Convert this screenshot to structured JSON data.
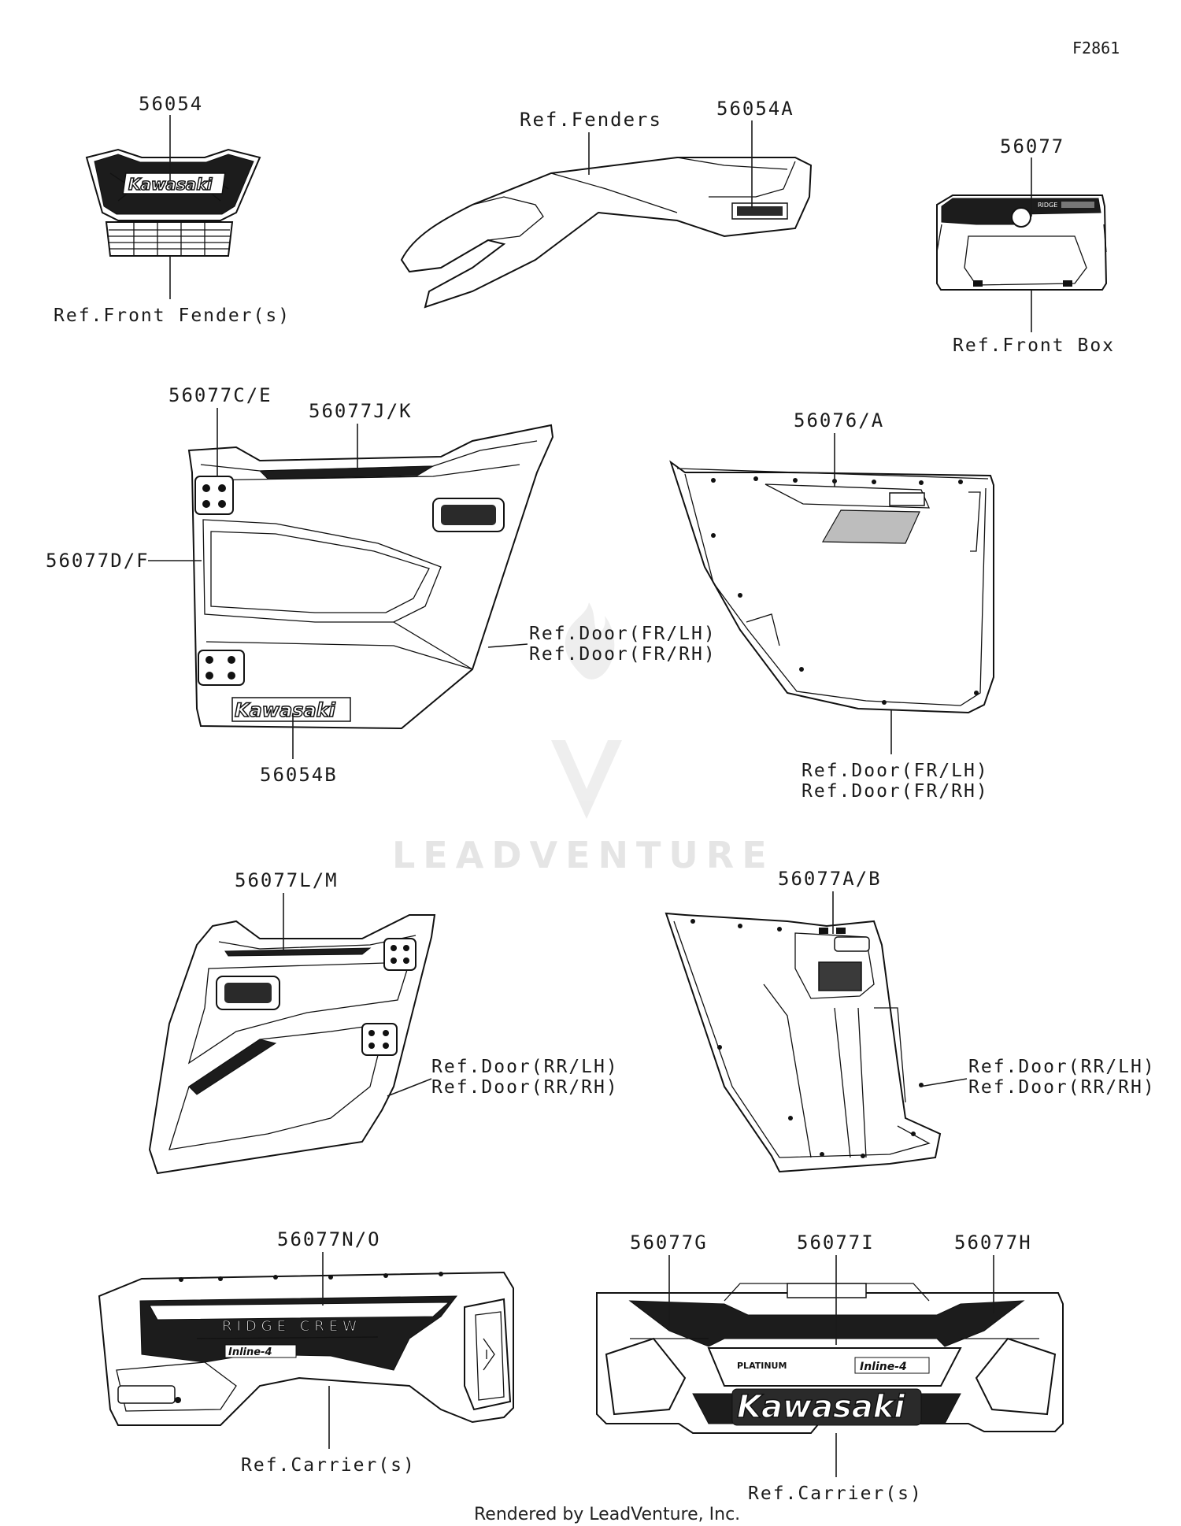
{
  "figure_id": "F2861",
  "labels": {
    "l56054": "56054",
    "l56054A": "56054A",
    "l56077": "56077",
    "l56077CE": "56077C/E",
    "l56077JK": "56077J/K",
    "l56077DF": "56077D/F",
    "l56054B": "56054B",
    "l56076A": "56076/A",
    "l56077LM": "56077L/M",
    "l56077AB": "56077A/B",
    "l56077NO": "56077N/O",
    "l56077G": "56077G",
    "l56077I": "56077I",
    "l56077H": "56077H"
  },
  "refs": {
    "front_fenders": "Ref.Front Fender(s)",
    "fenders": "Ref.Fenders",
    "front_box": "Ref.Front Box",
    "door_fr_lh_1": "Ref.Door(FR/LH)",
    "door_fr_rh_1": "Ref.Door(FR/RH)",
    "door_fr_lh_2": "Ref.Door(FR/LH)",
    "door_fr_rh_2": "Ref.Door(FR/RH)",
    "door_rr_lh_1": "Ref.Door(RR/LH)",
    "door_rr_rh_1": "Ref.Door(RR/RH)",
    "door_rr_lh_2": "Ref.Door(RR/LH)",
    "door_rr_rh_2": "Ref.Door(RR/RH)",
    "carriers_1": "Ref.Carrier(s)",
    "carriers_2": "Ref.Carrier(s)"
  },
  "decal_text": {
    "kawasaki": "Kawasaki",
    "ridge_crew": "RIDGE CREW",
    "inline4": "Inline-4",
    "platinum": "PLATINUM",
    "ridge": "RIDGE"
  },
  "watermark": "LEADVENTURE",
  "footer": "Rendered by LeadVenture, Inc."
}
